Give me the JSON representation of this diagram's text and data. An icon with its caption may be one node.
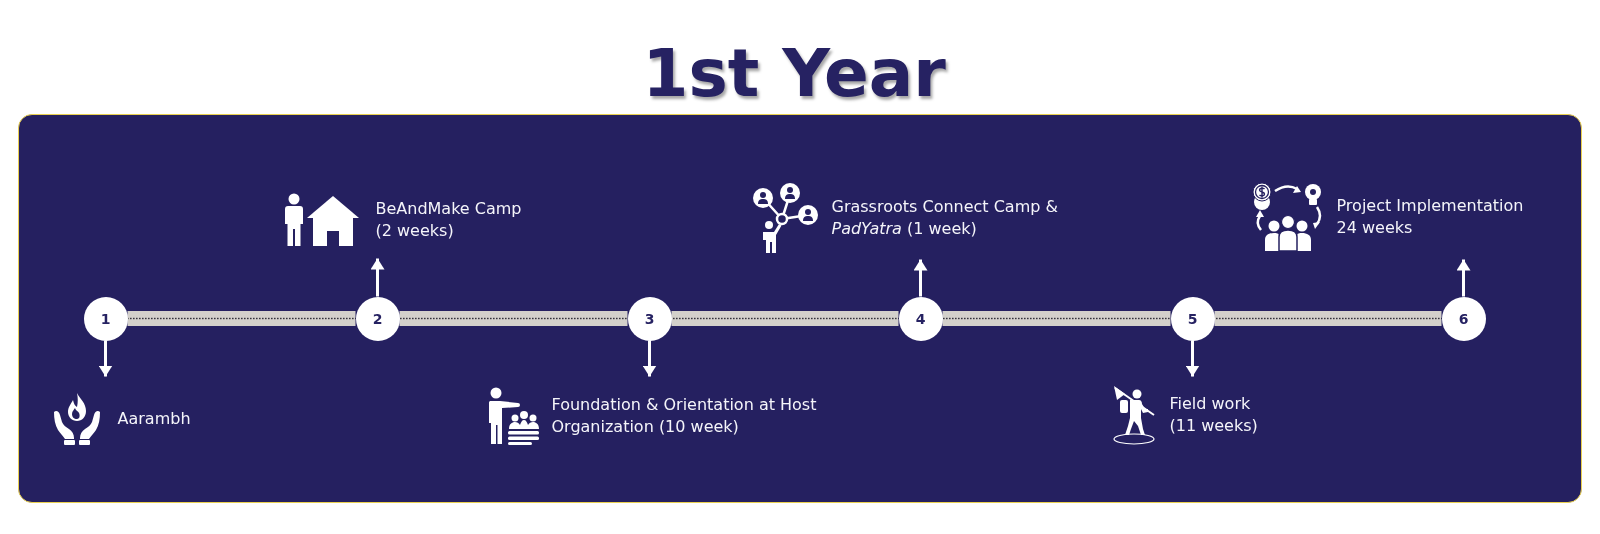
{
  "diagram": {
    "title": "1st Year",
    "nodes": [
      {
        "text": [],
        "shape": "box"
      },
      {
        "text": [
          "1"
        ],
        "in": 0
      },
      {
        "text": [
          "2"
        ],
        "in": 0
      },
      {
        "text": [
          "3"
        ],
        "in": 0
      },
      {
        "text": [
          "4"
        ],
        "in": 0
      },
      {
        "text": [
          "5"
        ],
        "in": 0
      },
      {
        "text": [
          "6"
        ],
        "in": 0
      },
      {
        "text": [
          "Aarambh"
        ],
        "in": 0
      },
      {
        "text": [
          "BeAndMake Camp (2 weeks)"
        ],
        "in": 0
      },
      {
        "text": [
          "Foundation & Orientation at Host Organization (10 week)"
        ],
        "in": 0
      },
      {
        "text": [
          "Grassroots Connect Camp & *PadYatra* (1 week)"
        ],
        "in": 0
      },
      {
        "text": [
          "Field work (11 weeks)"
        ],
        "in": 0
      },
      {
        "text": [
          "Project Implementation 24 weeks"
        ],
        "in": 0
      }
    ],
    "edges": [
      {
        "from": 1,
        "to": 2,
        "arrow": "none",
        "style": "thick",
        "color": "#d3d0cb"
      },
      {
        "from": 2,
        "to": 3,
        "arrow": "none",
        "style": "thick",
        "color": "#d3d0cb"
      },
      {
        "from": 3,
        "to": 4,
        "arrow": "none",
        "style": "thick",
        "color": "#d3d0cb"
      },
      {
        "from": 4,
        "to": 5,
        "arrow": "none",
        "style": "thick",
        "color": "#d3d0cb"
      },
      {
        "from": 5,
        "to": 6,
        "arrow": "none",
        "style": "thick",
        "color": "#d3d0cb"
      },
      {
        "from": 1,
        "to": 7,
        "arrow": "to"
      },
      {
        "from": 2,
        "to": 8,
        "arrow": "to"
      },
      {
        "from": 3,
        "to": 9,
        "arrow": "to"
      },
      {
        "from": 4,
        "to": 10,
        "arrow": "to"
      },
      {
        "from": 5,
        "to": 11,
        "arrow": "to"
      },
      {
        "from": 6,
        "to": 12,
        "arrow": "to"
      }
    ]
  }
}
